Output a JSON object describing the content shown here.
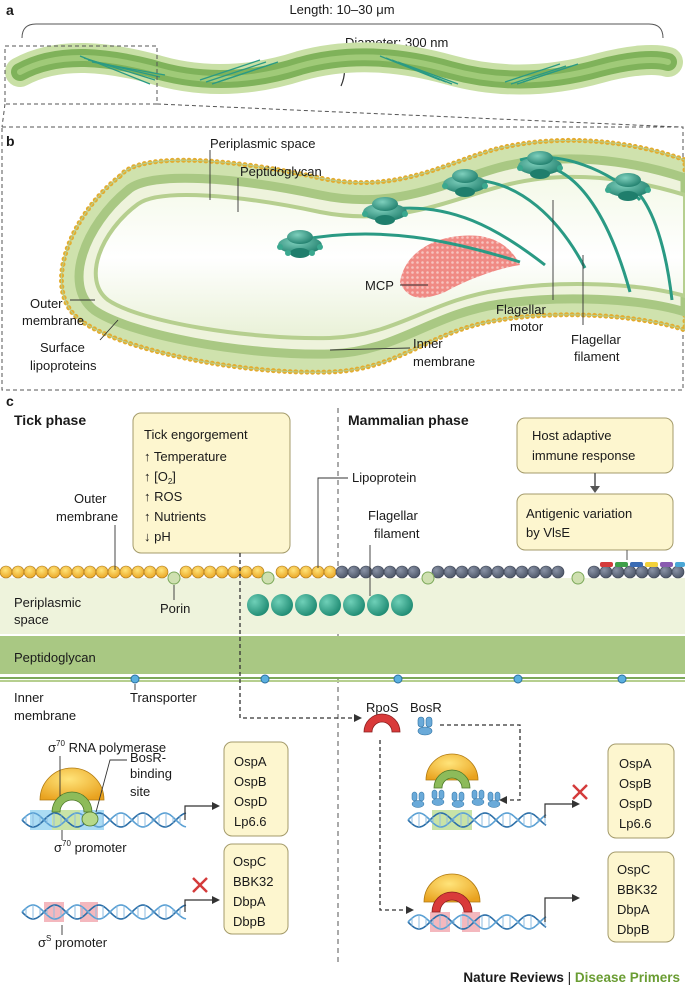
{
  "panel_a": {
    "label": "a",
    "length": "Length: 10–30 μm",
    "diameter": "Diameter: 300 nm"
  },
  "panel_b": {
    "label": "b",
    "periplasmic_space": "Periplasmic space",
    "peptidoglycan": "Peptidoglycan",
    "mcp": "MCP",
    "outer_membrane": [
      "Outer",
      "membrane"
    ],
    "surface_lipoproteins": [
      "Surface",
      "lipoproteins"
    ],
    "inner_membrane": [
      "Inner",
      "membrane"
    ],
    "flagellar_motor": [
      "Flagellar",
      "motor"
    ],
    "flagellar_filament": [
      "Flagellar",
      "filament"
    ]
  },
  "panel_c": {
    "label": "c",
    "tick_phase": "Tick phase",
    "mammalian_phase": "Mammalian phase",
    "tick_box": {
      "title": "Tick engorgement",
      "items": [
        "↑ Temperature",
        "↑ [O",
        "↑ ROS",
        "↑ Nutrients",
        "↓ pH"
      ],
      "o2_sub": "2",
      "o2_close": "]"
    },
    "host_box": [
      "Host adaptive",
      "immune response"
    ],
    "antigen_box": [
      "Antigenic variation",
      "by VlsE"
    ],
    "lipoprotein": "Lipoprotein",
    "flagellar_filament": [
      "Flagellar",
      "filament"
    ],
    "outer_membrane": [
      "Outer",
      "membrane"
    ],
    "porin": "Porin",
    "periplasmic_space": [
      "Periplasmic",
      "space"
    ],
    "peptidoglycan": "Peptidoglycan",
    "transporter": "Transporter",
    "inner_membrane": [
      "Inner",
      "membrane"
    ],
    "rpos": "RpoS",
    "bosr": "BosR",
    "sigma70_rnap": "RNA polymerase",
    "sigma_symbol": "σ",
    "sigma70_sup": "70",
    "sigmas_sup": "S",
    "bosr_site": [
      "BosR-",
      "binding",
      "site"
    ],
    "sigma70_promoter": "promoter",
    "sigmas_promoter": "promoter",
    "genes_group1": [
      "OspA",
      "OspB",
      "OspD",
      "Lp6.6"
    ],
    "genes_group2": [
      "OspC",
      "BBK32",
      "DbpA",
      "DbpB"
    ]
  },
  "footer": {
    "publisher": "Nature Reviews",
    "separator": "|",
    "series": "Disease Primers"
  },
  "colors": {
    "membrane_outer": "#e8b63a",
    "membrane_green": "#b6cf8f",
    "peptidoglycan": "#a9c883",
    "periplasm": "#eef3dc",
    "flagella": "#2a9a84",
    "box_fill": "#fdf6cf",
    "box_stroke": "#a49b6b",
    "rpos": "#d93a3a",
    "bosr": "#6aaad9",
    "dna_blue": "#3a7fb8",
    "footer_green": "#6a9d33"
  }
}
